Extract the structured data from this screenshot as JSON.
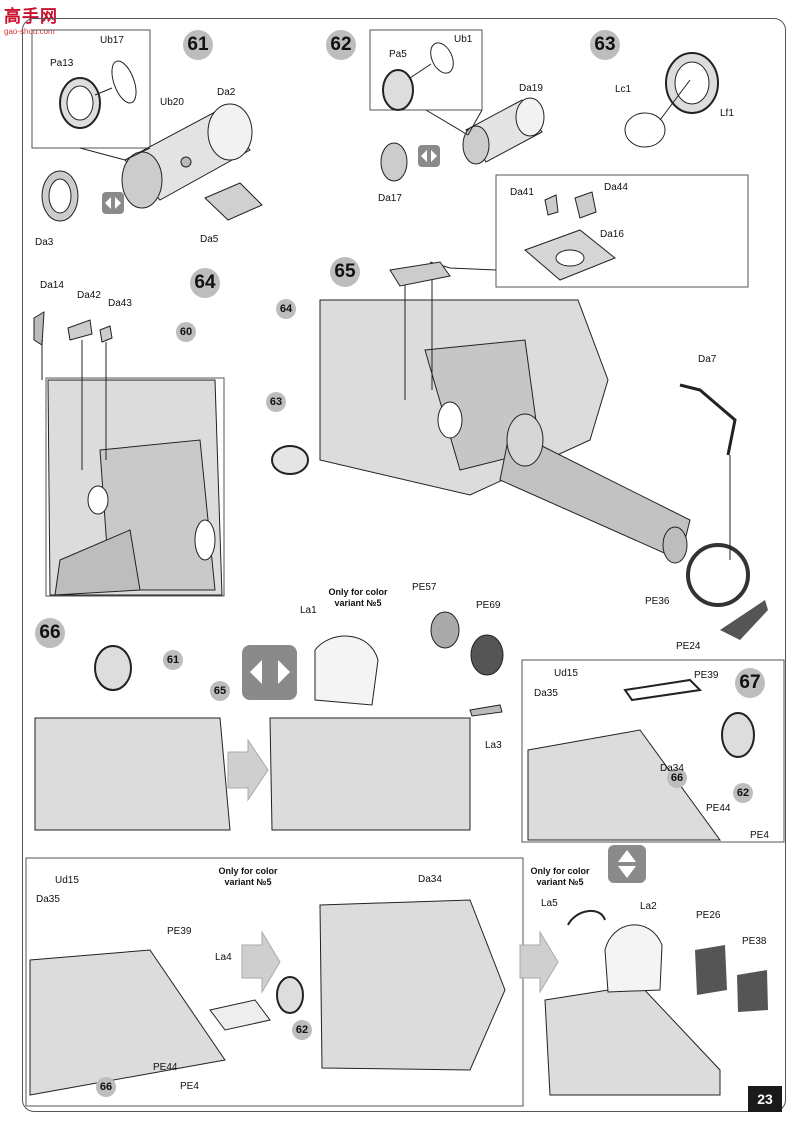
{
  "watermark": {
    "site": "高手网",
    "url": "gao-shou.com"
  },
  "page_number": "23",
  "steps": {
    "s60": "60",
    "s61": "61",
    "s62": "62",
    "s63": "63",
    "s64": "64",
    "s65": "65",
    "s66": "66",
    "s67": "67"
  },
  "notes": {
    "color_variant": "Only for color variant №5"
  },
  "labels": {
    "ub17": "Ub17",
    "pa13": "Pa13",
    "ub20": "Ub20",
    "da2": "Da2",
    "da3": "Da3",
    "da5": "Da5",
    "pa5": "Pa5",
    "ub1": "Ub1",
    "da19": "Da19",
    "da17": "Da17",
    "lc1": "Lc1",
    "lf1": "Lf1",
    "da41": "Da41",
    "da44": "Da44",
    "da16": "Da16",
    "da14": "Da14",
    "da42": "Da42",
    "da43": "Da43",
    "da7": "Da7",
    "pe36": "PE36",
    "pe24": "PE24",
    "la1": "La1",
    "pe57": "PE57",
    "pe69": "PE69",
    "la3": "La3",
    "ud15": "Ud15",
    "pe39": "PE39",
    "da35": "Da35",
    "da34": "Da34",
    "pe44": "PE44",
    "pe4": "PE4",
    "la4": "La4",
    "la5": "La5",
    "la2": "La2",
    "pe26": "PE26",
    "pe38": "PE38"
  },
  "colors": {
    "step_fill": "#bdbdbd",
    "line": "#222222",
    "part": "#cfcfcf",
    "turret": "#d9d9d9",
    "photo_etch": "#555555"
  }
}
